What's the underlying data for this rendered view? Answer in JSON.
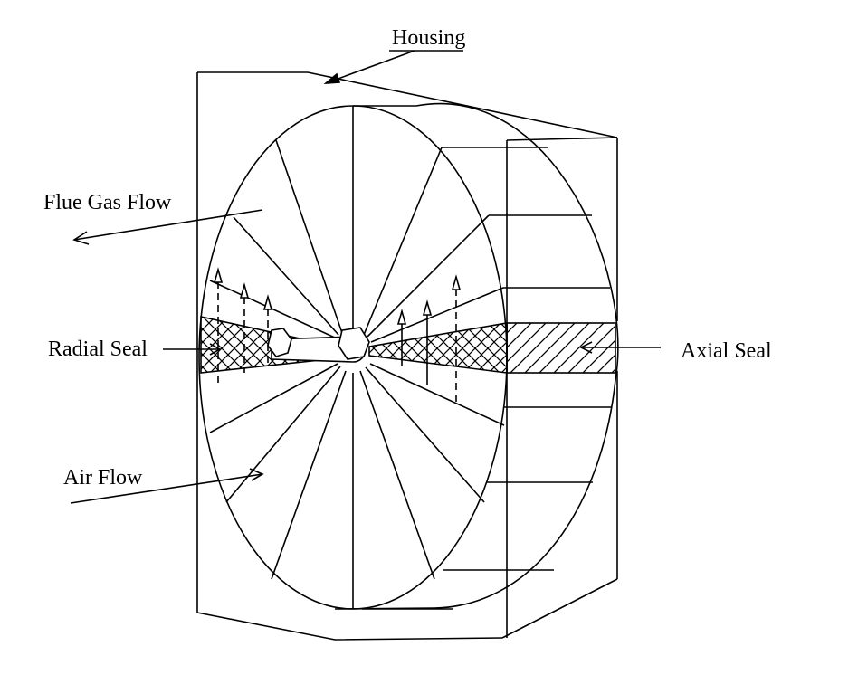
{
  "labels": {
    "housing": "Housing",
    "flue_gas_flow": "Flue Gas Flow",
    "radial_seal": "Radial Seal",
    "axial_seal": "Axial Seal",
    "air_flow": "Air Flow"
  },
  "colors": {
    "stroke": "#000000",
    "background": "#ffffff"
  }
}
